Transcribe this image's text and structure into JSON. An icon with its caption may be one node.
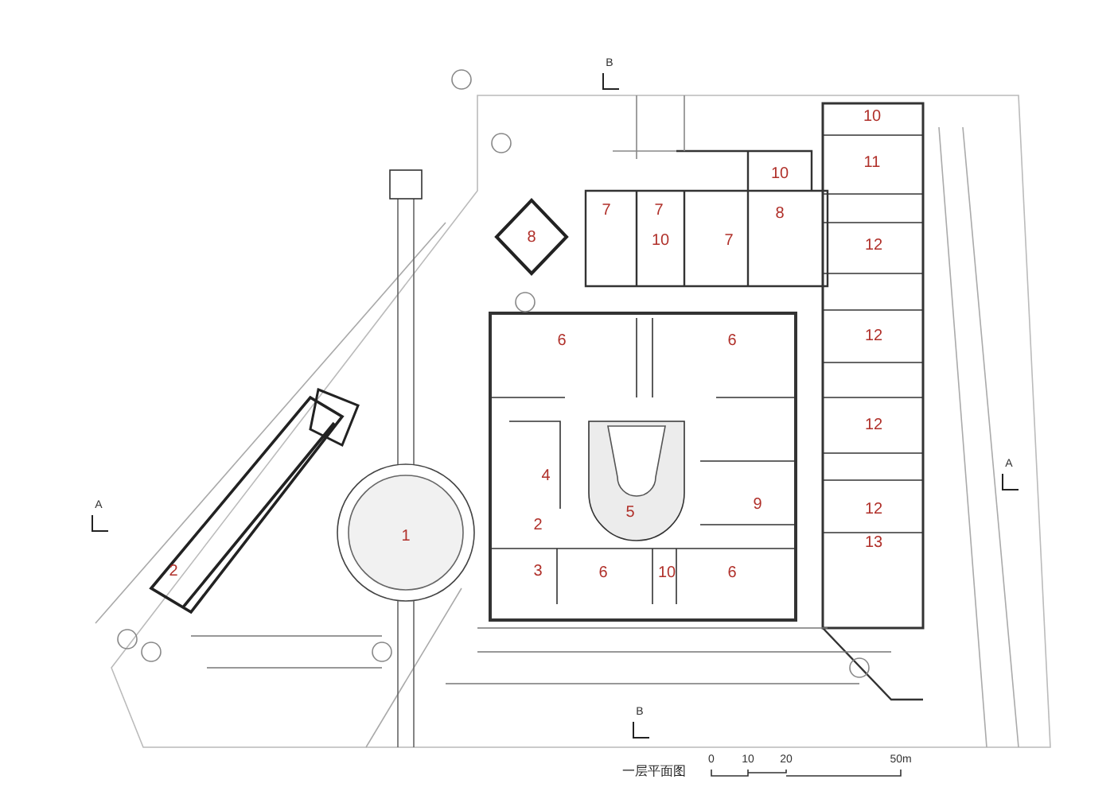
{
  "diagram": {
    "title": "一层平面图",
    "labels": [
      "B",
      "10",
      "11",
      "10",
      "7",
      "7",
      "8",
      "8",
      "10",
      "7",
      "12",
      "6",
      "6",
      "12",
      "12",
      "4",
      "A",
      "9",
      "A",
      "5",
      "12",
      "2",
      "1",
      "13",
      "2",
      "3",
      "6",
      "10",
      "6",
      "B",
      "0",
      "10",
      "20",
      "50m"
    ]
  }
}
